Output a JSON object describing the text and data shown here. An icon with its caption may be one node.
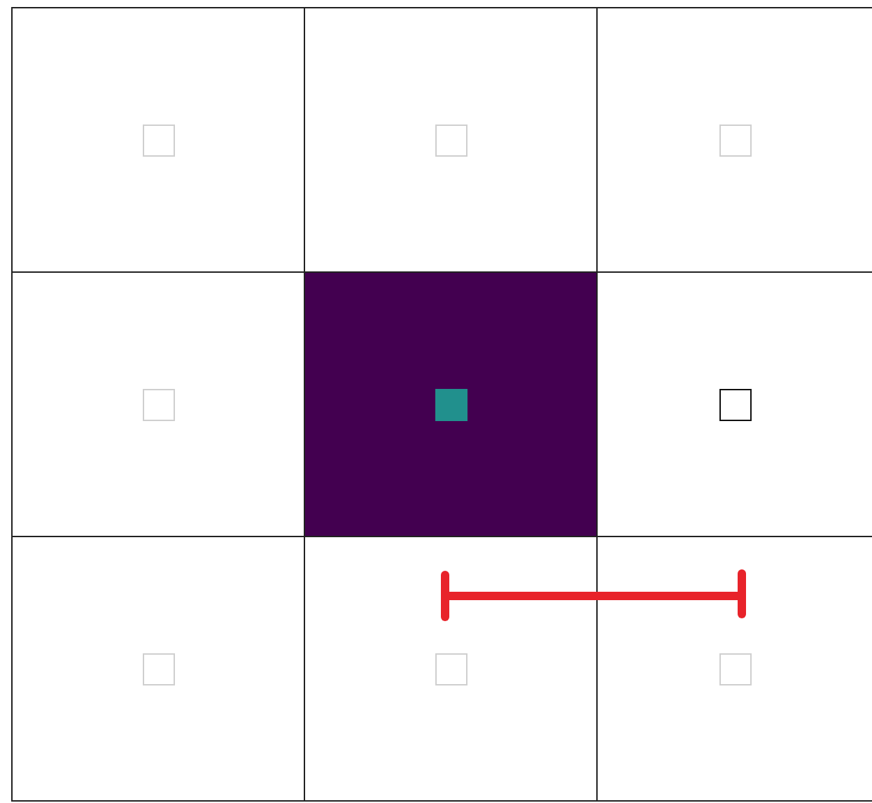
{
  "diagram": {
    "nodes": [
      {
        "text": [],
        "shape": "box"
      },
      {
        "text": [],
        "shape": "box"
      },
      {
        "text": [],
        "shape": "box"
      },
      {
        "text": [],
        "shape": "box"
      },
      {
        "text": [],
        "shape": "box"
      },
      {
        "text": [],
        "shape": "box"
      },
      {
        "text": [],
        "shape": "box"
      },
      {
        "text": [],
        "shape": "box"
      },
      {
        "text": [],
        "shape": "box"
      },
      {
        "text": [],
        "shape": "box",
        "in": 0
      },
      {
        "text": [],
        "shape": "box",
        "in": 1
      },
      {
        "text": [],
        "shape": "box",
        "in": 2
      },
      {
        "text": [],
        "shape": "box",
        "in": 3
      },
      {
        "text": [],
        "shape": "box",
        "in": 4
      },
      {
        "text": [],
        "shape": "box",
        "in": 5
      },
      {
        "text": [],
        "shape": "box",
        "in": 6
      },
      {
        "text": [],
        "shape": "box",
        "in": 7
      },
      {
        "text": [],
        "shape": "box",
        "in": 8
      }
    ]
  }
}
